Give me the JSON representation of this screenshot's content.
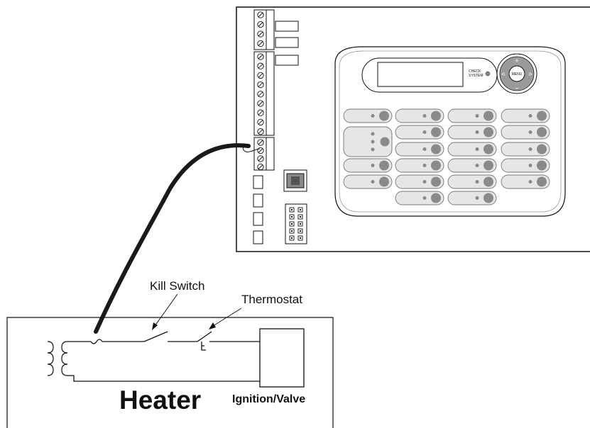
{
  "panel": {
    "display": {
      "status_label_line1": "CHECK",
      "status_label_line2": "SYSTEM",
      "menu_label": "MENU"
    }
  },
  "heater": {
    "title": "Heater",
    "ignition_label": "Ignition/Valve",
    "kill_switch_label": "Kill Switch",
    "thermostat_label": "Thermostat"
  },
  "colors": {
    "line": "#111111",
    "button_fill": "#e6e6e6",
    "button_dot": "#8a8a8a",
    "cable": "#1a1a1a"
  }
}
